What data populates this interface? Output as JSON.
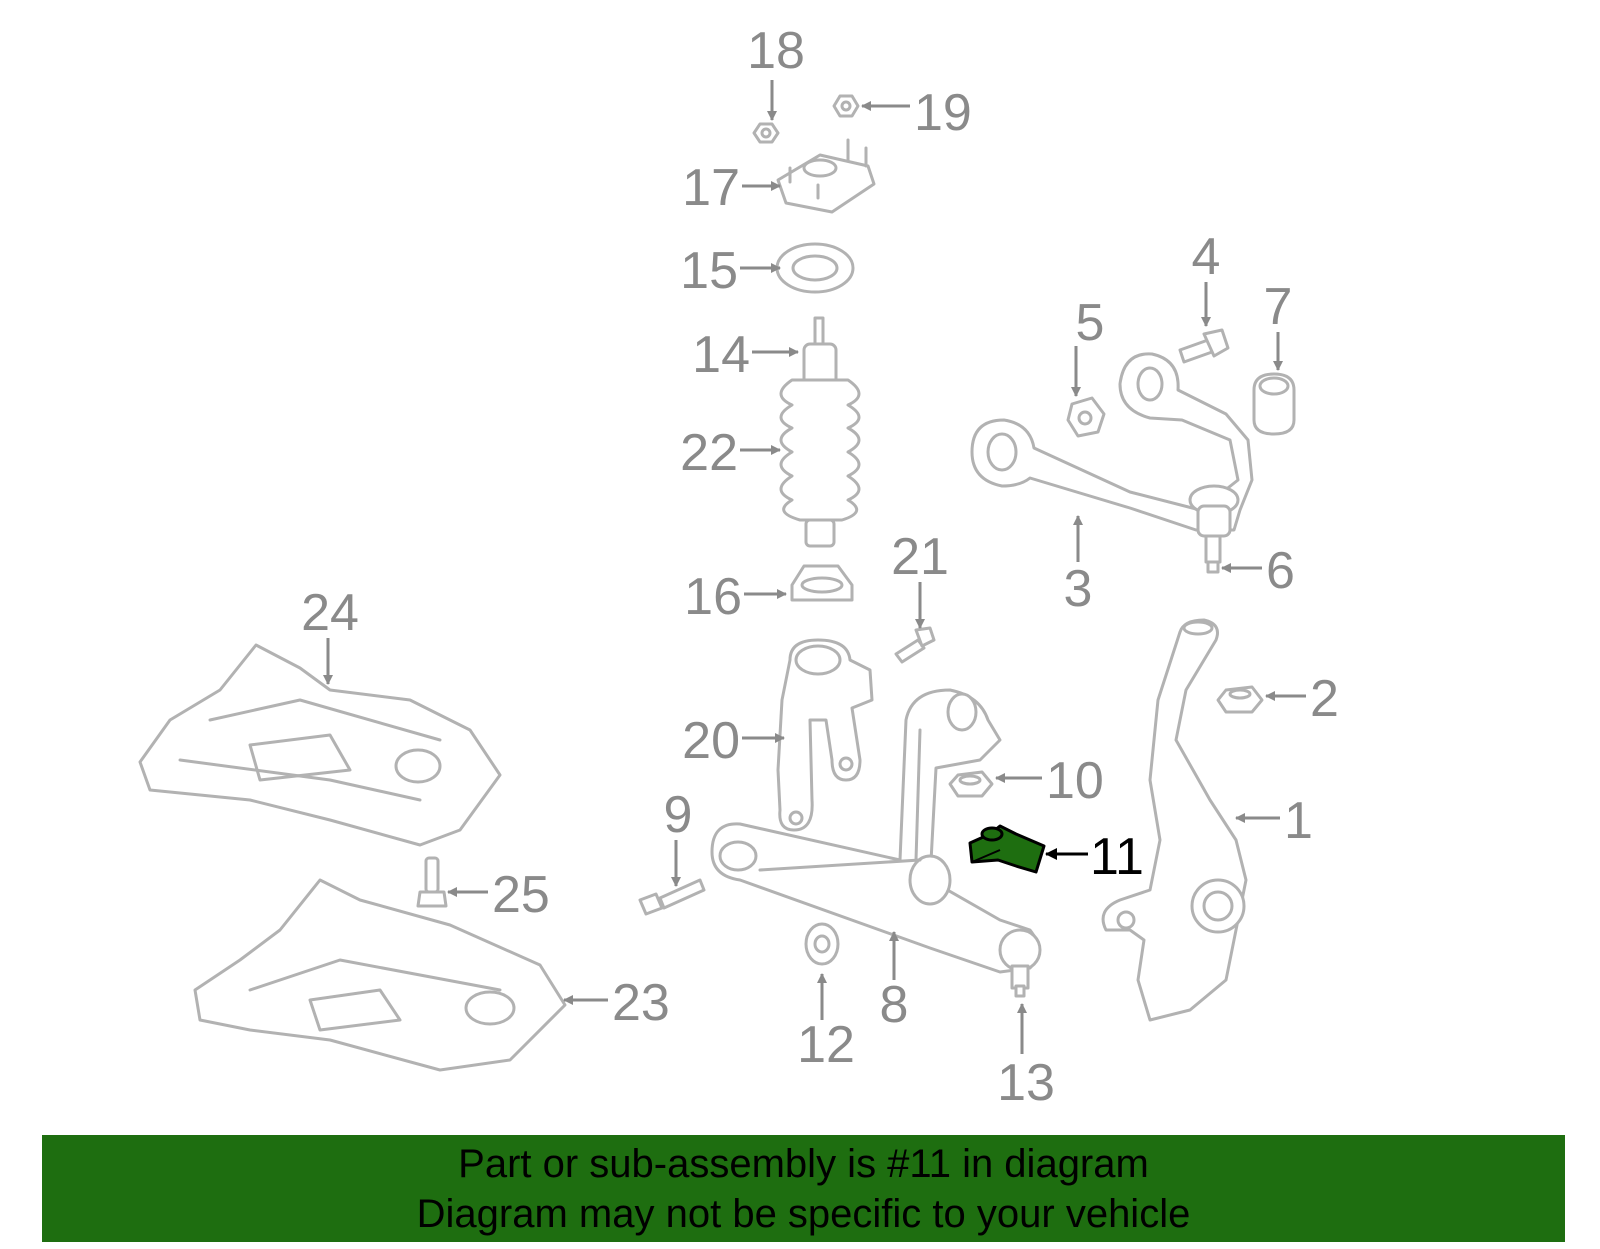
{
  "colors": {
    "part_outline": "#b2b2b2",
    "label": "#8a8a8a",
    "highlight_fill": "#1e6e10",
    "highlight_label": "#000000",
    "banner_bg": "#1e6e10",
    "banner_text": "#000000"
  },
  "highlighted_part": "11",
  "labels": {
    "p1": "1",
    "p2": "2",
    "p3": "3",
    "p4": "4",
    "p5": "5",
    "p6": "6",
    "p7": "7",
    "p8": "8",
    "p9": "9",
    "p10": "10",
    "p11": "11",
    "p12": "12",
    "p13": "13",
    "p14": "14",
    "p15": "15",
    "p16": "16",
    "p17": "17",
    "p18": "18",
    "p19": "19",
    "p20": "20",
    "p21": "21",
    "p22": "22",
    "p23": "23",
    "p24": "24",
    "p25": "25"
  },
  "banner": {
    "line1": "Part or sub-assembly is #11 in diagram",
    "line2": "Diagram may not be specific to your vehicle"
  }
}
